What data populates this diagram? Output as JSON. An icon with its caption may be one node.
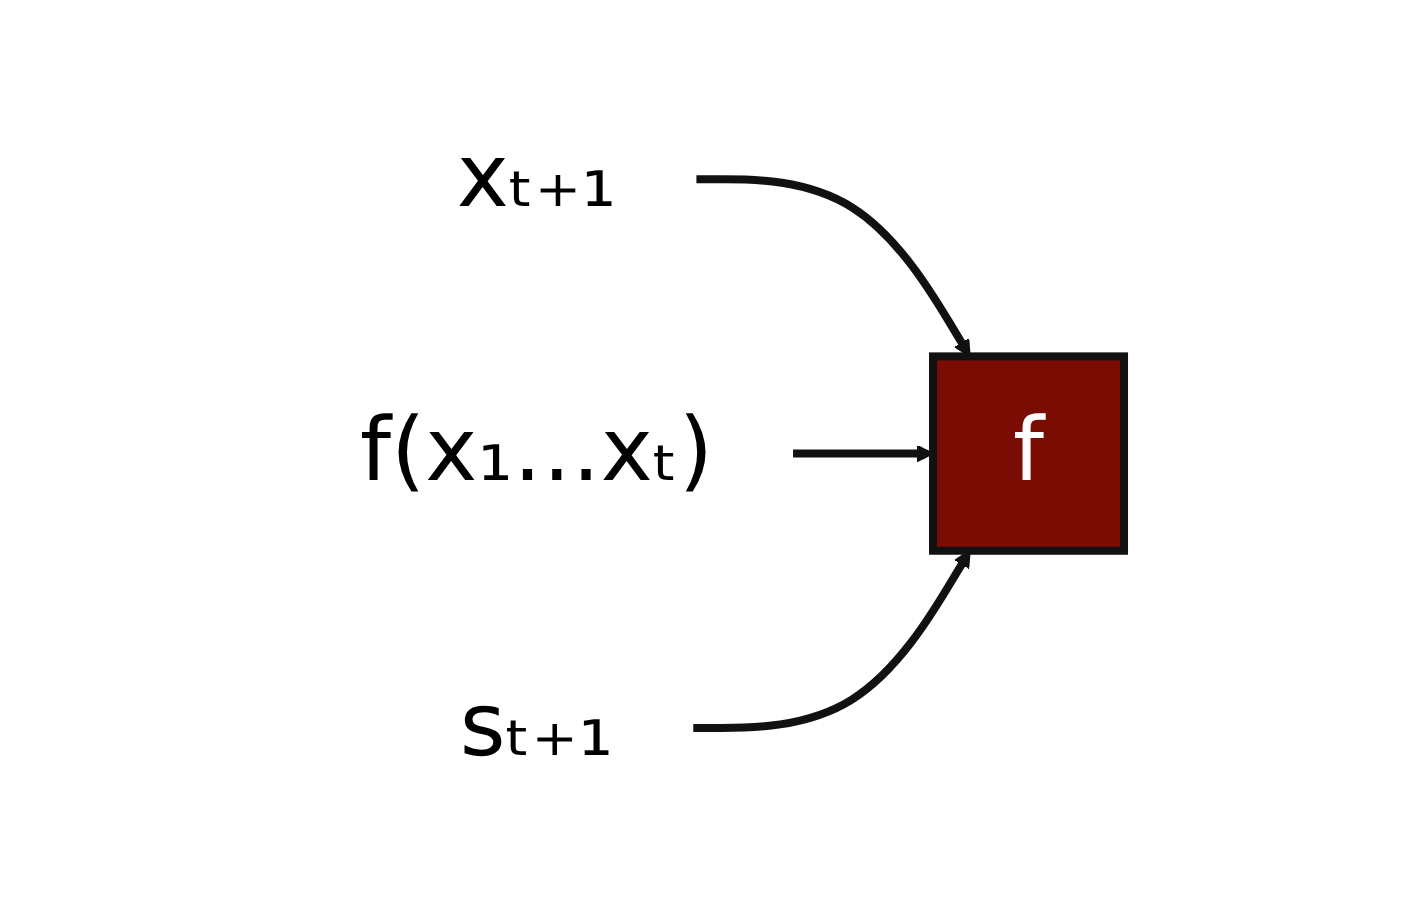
{
  "diagram": {
    "nodes": [
      {
        "text": [
          "xₜ₊₁"
        ]
      },
      {
        "text": [
          "f(x₁…xₜ)"
        ]
      },
      {
        "text": [
          "f"
        ]
      },
      {
        "text": [
          "sₜ₊₁"
        ]
      }
    ],
    "edges": [
      {
        "from": 0,
        "to": 2,
        "arrow": "to"
      },
      {
        "from": 1,
        "to": 2,
        "arrow": "to"
      },
      {
        "from": 3,
        "to": 2,
        "arrow": "to"
      }
    ]
  }
}
